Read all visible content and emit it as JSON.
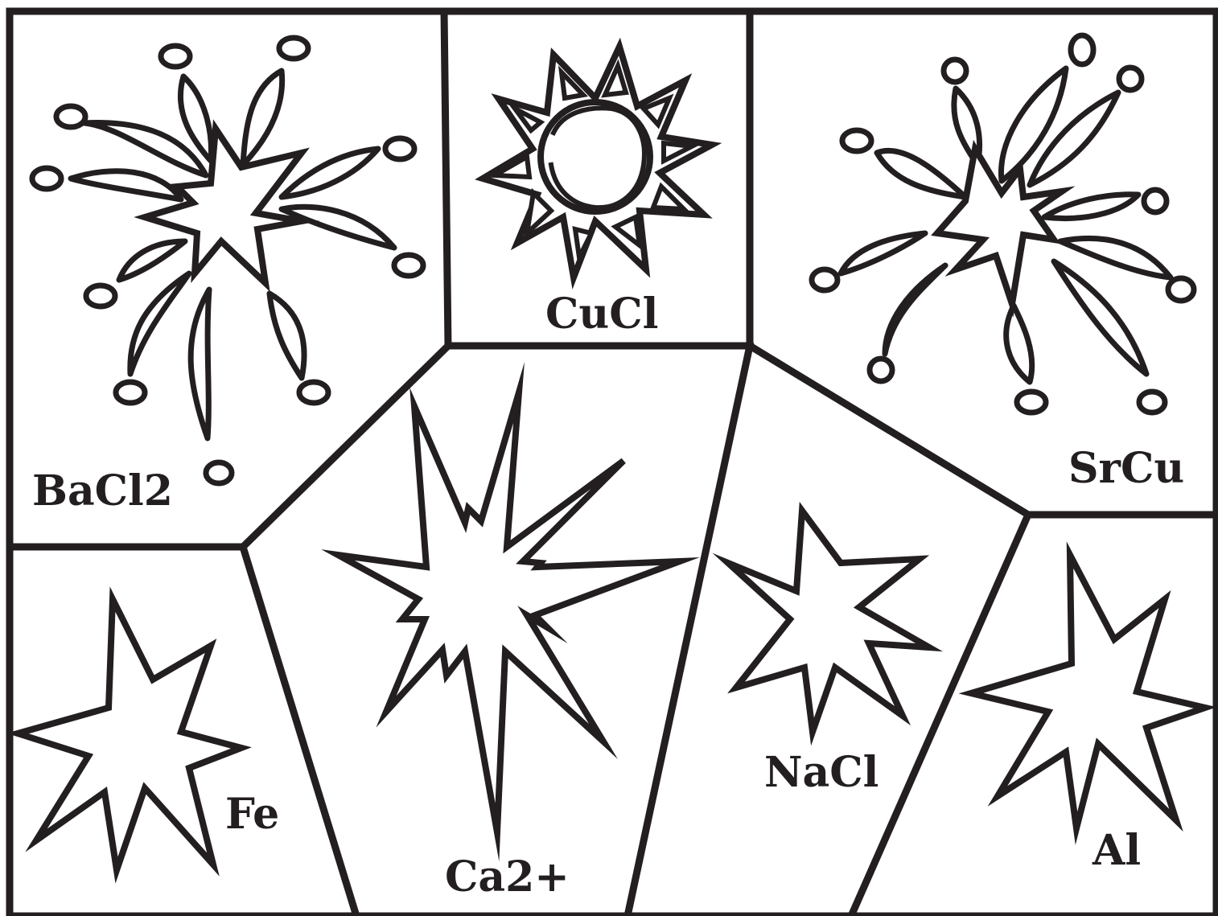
{
  "colors": {
    "ink": "#231f20",
    "paper": "#ffffff"
  },
  "regions": [
    {
      "id": "bacl2",
      "label": "BaCl2",
      "shape": "flower-burst"
    },
    {
      "id": "cucl",
      "label": "CuCl",
      "shape": "sun"
    },
    {
      "id": "srcu",
      "label": "SrCu",
      "shape": "flower-burst"
    },
    {
      "id": "fe",
      "label": "Fe",
      "shape": "star"
    },
    {
      "id": "ca2",
      "label": "Ca2+",
      "shape": "spiky-burst"
    },
    {
      "id": "nacl",
      "label": "NaCl",
      "shape": "star"
    },
    {
      "id": "al",
      "label": "Al",
      "shape": "star"
    }
  ]
}
